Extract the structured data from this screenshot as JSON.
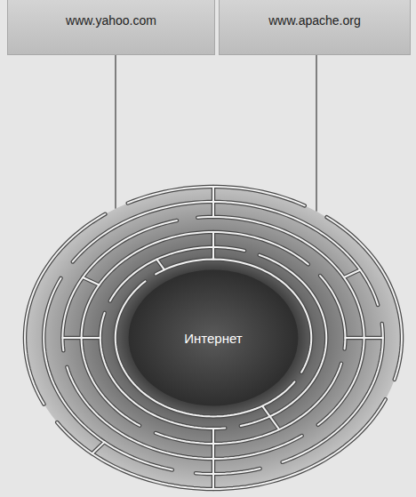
{
  "diagram": {
    "nodes": [
      {
        "text": [
          "www.yahoo.com"
        ]
      },
      {
        "text": [
          "www.apache.org"
        ]
      },
      {
        "text": [
          "Интернет"
        ]
      }
    ],
    "edges": [
      {
        "from": 0,
        "to": 2,
        "arrow": "none"
      },
      {
        "from": 1,
        "to": 2,
        "arrow": "none"
      }
    ]
  }
}
